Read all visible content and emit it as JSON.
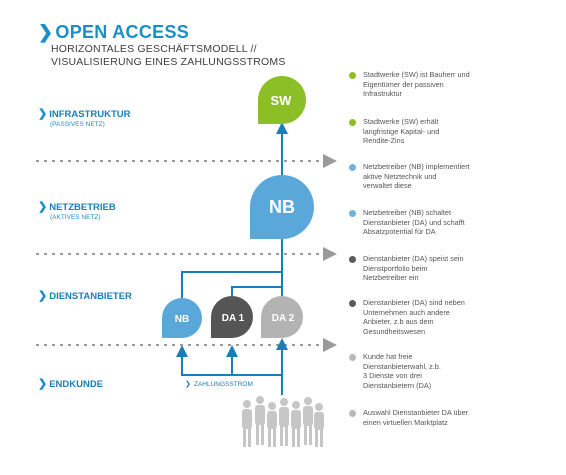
{
  "title": "OPEN ACCESS",
  "subtitle_line1": "HORIZONTALES GESCHÄFTSMODELL //",
  "subtitle_line2": "VISUALISIERUNG EINES ZAHLUNGSSTROMS",
  "tiers": [
    {
      "label": "INFRASTRUKTUR",
      "sub": "(PASSIVES NETZ)"
    },
    {
      "label": "NETZBETRIEB",
      "sub": "(AKTIVES NETZ)"
    },
    {
      "label": "DIENSTANBIETER",
      "sub": ""
    },
    {
      "label": "ENDKUNDE",
      "sub": ""
    }
  ],
  "nodes": {
    "sw": "SW",
    "nb_main": "NB",
    "nb_small": "NB",
    "da1": "DA 1",
    "da2": "DA 2"
  },
  "payment_label": "ZAHLUNGSSTROM",
  "colors": {
    "accent": "#1a8fc7",
    "green": "#8cbf26",
    "blue": "#6fb3dc",
    "dark_gray": "#5a5a5a",
    "light_gray": "#b8b8b8"
  },
  "legend": [
    {
      "color": "#8cbf26",
      "lines": [
        "Stadtwerke (SW) ist Bauherr und",
        "Eigentümer der passiven",
        "Infrastruktur"
      ]
    },
    {
      "color": "#8cbf26",
      "lines": [
        "Stadtwerke (SW) erhält",
        "langfristige Kapital- und",
        "Rendite-Zins"
      ]
    },
    {
      "color": "#6fb3dc",
      "lines": [
        "Netzbetreiber (NB) implementiert",
        "aktive Netztechnik und",
        "verwaltet diese"
      ]
    },
    {
      "color": "#6fb3dc",
      "lines": [
        "Netzbetreiber (NB) schaltet",
        "Dienstanbieter (DA) und schafft",
        "Absatzpotential für DA"
      ]
    },
    {
      "color": "#5a5a5a",
      "lines": [
        "Dienstanbieter (DA) speist sein",
        "Dienstportfolio beim",
        "Netzbetreiber ein"
      ]
    },
    {
      "color": "#5a5a5a",
      "lines": [
        "Dienstanbieter (DA) sind neben",
        "Unternehmen auch andere",
        "Anbieter, z.b aus dem",
        "Gesundheitswesen"
      ]
    },
    {
      "color": "#b8b8b8",
      "lines": [
        "Kunde hat freie",
        "Dienstanbieterwahl, z.b.",
        "3 Dienste von drei",
        "Dienstanbietern (DA)"
      ]
    },
    {
      "color": "#b8b8b8",
      "lines": [
        "Auswahl Dienstanbieter DA über",
        "einen virtuellen Marktplatz"
      ]
    }
  ]
}
